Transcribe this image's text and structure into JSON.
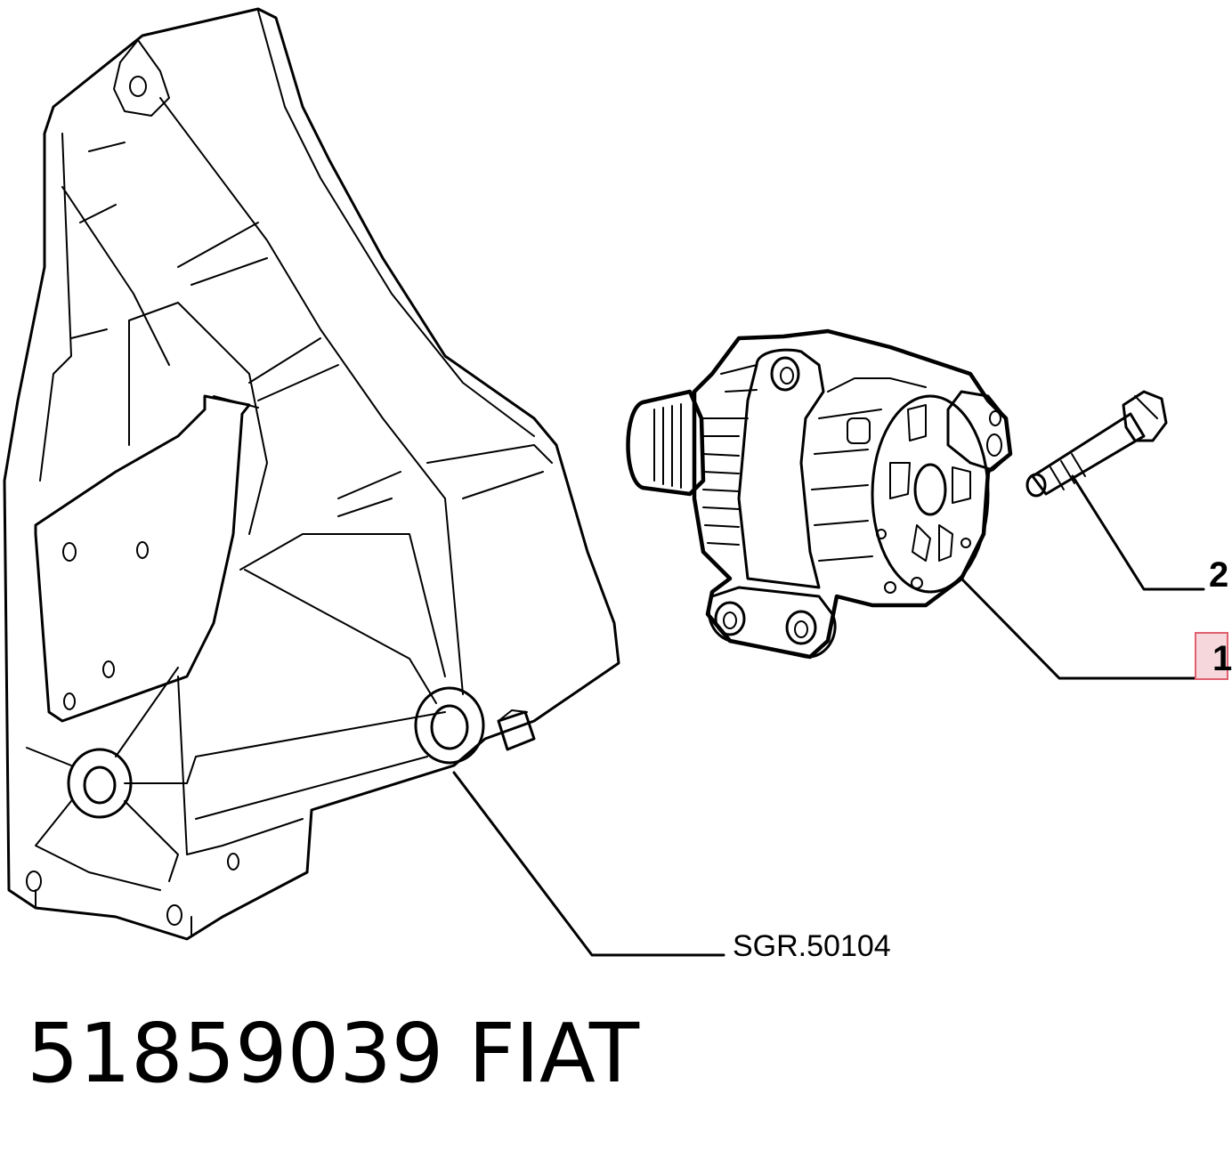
{
  "callouts": {
    "bolt": "2",
    "alternator": "1"
  },
  "reference": {
    "group": "SGR.50104"
  },
  "footer": {
    "part_number": "51859039",
    "brand": "FIAT"
  },
  "highlight_color": "#f6d8dc"
}
